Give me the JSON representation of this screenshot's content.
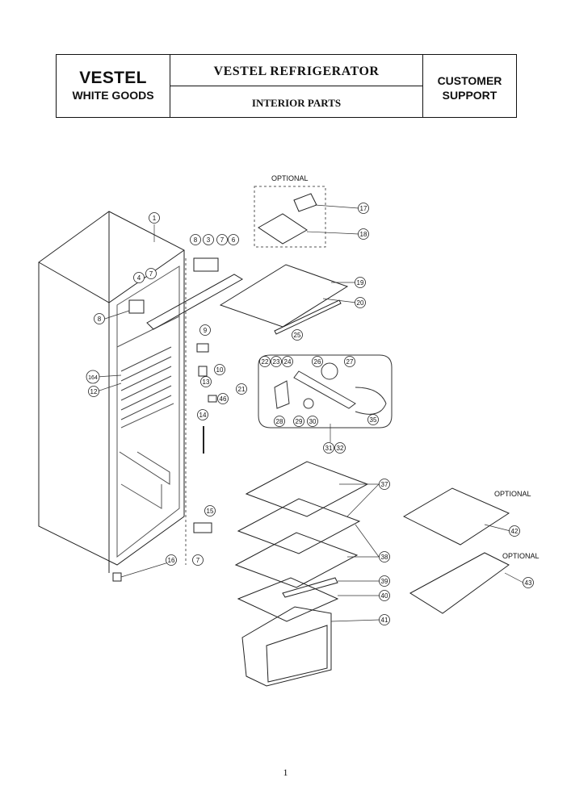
{
  "header": {
    "brand": "VESTEL",
    "brand_sub": "WHITE GOODS",
    "title": "VESTEL REFRIGERATOR",
    "subtitle": "INTERIOR PARTS",
    "support_line1": "CUSTOMER",
    "support_line2": "SUPPORT"
  },
  "optional_labels": [
    "OPTIONAL",
    "OPTIONAL",
    "OPTIONAL"
  ],
  "callouts": [
    "1",
    "3",
    "4",
    "6",
    "7",
    "7",
    "7",
    "8",
    "8",
    "9",
    "10",
    "12",
    "13",
    "14",
    "15",
    "16",
    "17",
    "18",
    "19",
    "20",
    "21",
    "22",
    "23",
    "24",
    "25",
    "26",
    "27",
    "28",
    "29",
    "30",
    "31",
    "32",
    "35",
    "37",
    "38",
    "39",
    "40",
    "41",
    "42",
    "43",
    "46",
    "164"
  ],
  "page_number": "1"
}
